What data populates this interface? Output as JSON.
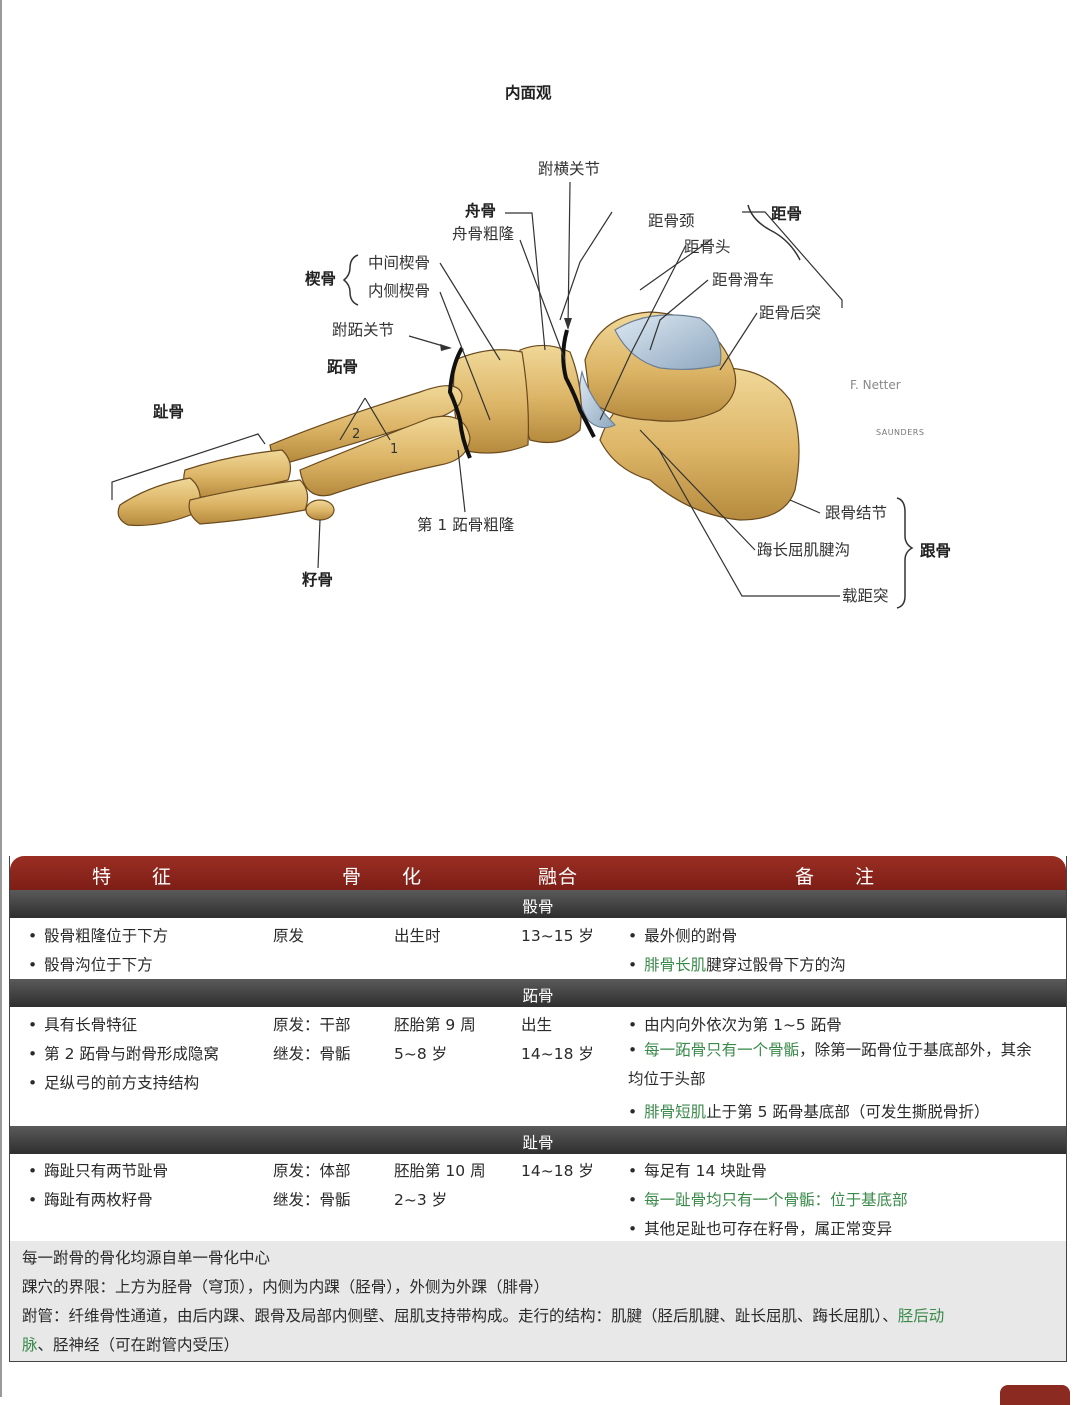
{
  "figure": {
    "title": "内面观",
    "labels": {
      "tarsal_transverse_joint": "跗横关节",
      "navicular": "舟骨",
      "navicular_tuberosity": "舟骨粗隆",
      "talus": "距骨",
      "talus_neck": "距骨颈",
      "talus_head": "距骨头",
      "talus_trochlea": "距骨滑车",
      "talus_posterior_process": "距骨后突",
      "cuneiform": "楔骨",
      "intermediate_cuneiform": "中间楔骨",
      "medial_cuneiform": "内侧楔骨",
      "tarsometatarsal_joint": "跗跖关节",
      "metatarsal": "跖骨",
      "phalanges": "趾骨",
      "first_metatarsal_tuberosity": "第 1 跖骨粗隆",
      "sesamoid": "籽骨",
      "calcaneal_tuberosity": "跟骨结节",
      "fhl_groove": "踇长屈肌腱沟",
      "sustentaculum_tali": "载距突",
      "calcaneus": "跟骨",
      "num_2": "2",
      "num_1": "1"
    },
    "signature": "F. Netter",
    "publisher": "SAUNDERS"
  },
  "table": {
    "headers": [
      "特　　征",
      "骨　　化",
      "融合",
      "备　　注"
    ],
    "sections": [
      {
        "name": "骰骨",
        "features": [
          "骰骨粗隆位于下方",
          "骰骨沟位于下方"
        ],
        "ossification": [
          [
            "原发",
            "出生时"
          ]
        ],
        "fusion": [
          "13~15 岁"
        ],
        "notes": [
          {
            "green": "",
            "text": "最外侧的跗骨"
          },
          {
            "green": "腓骨长肌",
            "text": "腱穿过骰骨下方的沟"
          }
        ]
      },
      {
        "name": "跖骨",
        "features": [
          "具有长骨特征",
          "第 2 跖骨与跗骨形成隐窝",
          "足纵弓的前方支持结构"
        ],
        "ossification": [
          [
            "原发：干部",
            "胚胎第 9 周"
          ],
          [
            "继发：骨骺",
            "5~8 岁"
          ]
        ],
        "fusion": [
          "出生",
          "14~18 岁"
        ],
        "notes": [
          {
            "green": "",
            "text": "由内向外依次为第 1~5 跖骨"
          },
          {
            "green": "每一跖骨只有一个骨骺",
            "text": "，除第一跖骨位于基底部外，其余均位于头部"
          },
          {
            "green": "腓骨短肌",
            "text": "止于第 5 跖骨基底部（可发生撕脱骨折）"
          }
        ]
      },
      {
        "name": "趾骨",
        "features": [
          "踇趾只有两节趾骨",
          "踇趾有两枚籽骨"
        ],
        "ossification": [
          [
            "原发：体部",
            "胚胎第 10 周"
          ],
          [
            "继发：骨骺",
            "2~3 岁"
          ]
        ],
        "fusion": [
          "14~18 岁"
        ],
        "notes": [
          {
            "green": "",
            "text": "每足有 14 块趾骨"
          },
          {
            "green": "每一趾骨均只有一个骨骺：位于基底部",
            "text": ""
          },
          {
            "green": "",
            "text": "其他足趾也可存在籽骨，属正常变异"
          }
        ]
      }
    ],
    "footnotes": {
      "line1": "每一跗骨的骨化均源自单一骨化中心",
      "line2": "踝穴的界限：上方为胫骨（穹顶），内侧为内踝（胫骨），外侧为外踝（腓骨）",
      "line3a": "跗管：纤维骨性通道，由后内踝、跟骨及局部内侧壁、屈肌支持带构成。走行的结构：肌腱（胫后肌腱、趾长屈肌、踇长屈肌）、",
      "line3b": "胫后动",
      "line4a": "脉",
      "line4b": "、胫神经（可在跗管内受压）"
    }
  },
  "colors": {
    "header": "#8a2a20",
    "section": "#3a3a3a",
    "highlight": "#3a8a4a",
    "bone": "#e3c27a"
  }
}
